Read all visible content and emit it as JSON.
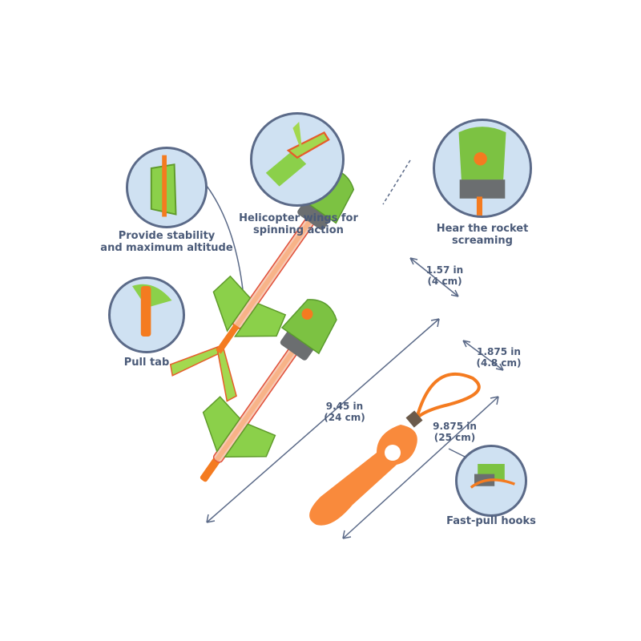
{
  "callouts": {
    "stability_line1": "Provide stability",
    "stability_line2": "and maximum altitude",
    "pull_tab": "Pull tab",
    "helicopter_line1": "Helicopter wings for",
    "helicopter_line2": "spinning action",
    "hear_line1": "Hear the rocket",
    "hear_line2": "screaming",
    "fast_pull": "Fast-pull hooks"
  },
  "dimensions": {
    "head_in": "1.57 in",
    "head_cm": "(4 cm)",
    "head2_in": "1.875 in",
    "head2_cm": "(4.8 cm)",
    "rocket_in": "9.45 in",
    "rocket_cm": "(24 cm)",
    "launcher_in": "9.875 in",
    "launcher_cm": "(25 cm)"
  },
  "colors": {
    "accent_green": "#7cc242",
    "orange": "#f47b20",
    "label_text": "#4a5a78",
    "circle_fill": "#cfe1f2",
    "circle_border": "#5b6a88"
  }
}
